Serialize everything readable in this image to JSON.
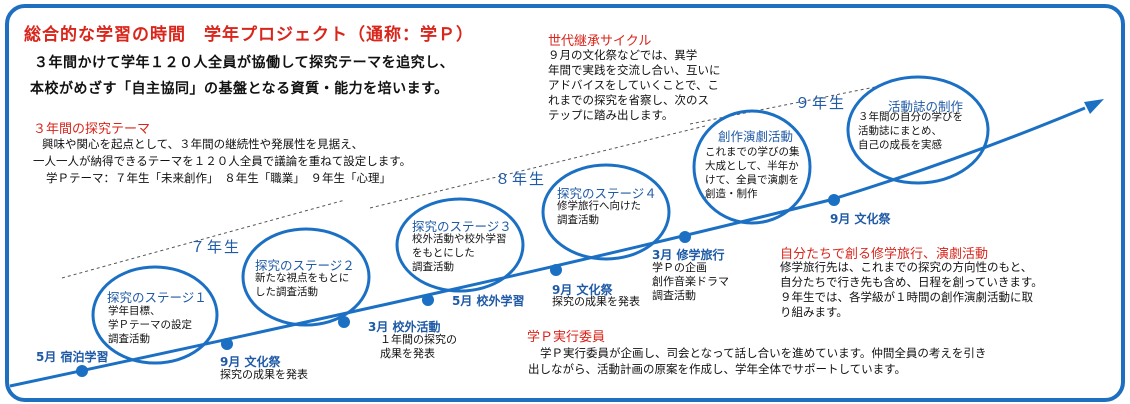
{
  "title": "総合的な学習の時間　学年プロジェクト（通称：学Ｐ）",
  "intro": {
    "line1": "３年間かけて学年１２０人全員が協働して探究テーマを追究し、",
    "line2": "本校がめざす「自主協同」の基盤となる資質・能力を培います。"
  },
  "theme_section": {
    "heading": "３年間の探究テーマ",
    "line1": "興味や関心を起点として、３年間の継続性や発展性を見据え、",
    "line2": "一人一人が納得できるテーマを１２０人全員で議論を重ねて設定します。",
    "line3": "学Ｐテーマ：７年生「未来創作」　８年生「職業」　９年生「心理」"
  },
  "cycle_section": {
    "heading": "世代継承サイクル",
    "text": "９月の文化祭などでは、異学\n年間で実践を交流し合い、互いに\nアドバイスをしていくことで、こ\nれまでの探究を省察し、次のス\nテップに踏み出します。"
  },
  "trip_section": {
    "heading": "自分たちで創る修学旅行、演劇活動",
    "text": "修学旅行先は、これまでの探究の方向性のもと、\n自分たちで行き先も含め、日程を創っていきます。\n９年生では、各学級が１時間の創作演劇活動に取\nり組みます。"
  },
  "committee_section": {
    "heading": "学Ｐ実行委員",
    "line1": "学Ｐ実行委員が企画し、司会となって話し合いを進めています。仲間全員の考えを引き",
    "line2": "出しながら、活動計画の原案を作成し、学年全体でサポートしています。"
  },
  "grades": {
    "g7": "７年生",
    "g8": "８年生",
    "g9": "９年生"
  },
  "events": [
    {
      "label": "5月 宿泊学習",
      "desc": ""
    },
    {
      "label": "9月 文化祭",
      "desc": "探究の成果を発表"
    },
    {
      "label": "3月 校外活動",
      "desc": "１年間の探究の\n成果を発表"
    },
    {
      "label": "5月 校外学習",
      "desc": ""
    },
    {
      "label": "9月 文化祭",
      "desc": "探究の成果を発表"
    },
    {
      "label": "3月 修学旅行",
      "desc": "学Ｐの企画\n創作音楽ドラマ\n調査活動"
    },
    {
      "label": "9月 文化祭",
      "desc": ""
    }
  ],
  "stages": [
    {
      "title": "探究のステージ１",
      "text": "学年目標、\n学Ｐテーマの設定\n調査活動"
    },
    {
      "title": "探究のステージ２",
      "text": "新たな視点をもとに\nした調査活動"
    },
    {
      "title": "探究のステージ３",
      "text": "校外活動や校外学習\nをもとにした\n調査活動"
    },
    {
      "title": "探究のステージ４",
      "text": "修学旅行へ向けた\n調査活動"
    },
    {
      "title": "創作演劇活動",
      "text": "これまでの学びの集\n大成として、半年か\nけて、全員で演劇を\n創造・制作"
    },
    {
      "title": "活動誌の制作",
      "text": "３年間の自分の学びを\n活動誌にまとめ、\n自己の成長を実感"
    }
  ],
  "colors": {
    "frame": "#1e6fc0",
    "heading_red": "#d9261c",
    "accent_blue": "#1f5aa6",
    "line_blue": "#1c70c4"
  }
}
